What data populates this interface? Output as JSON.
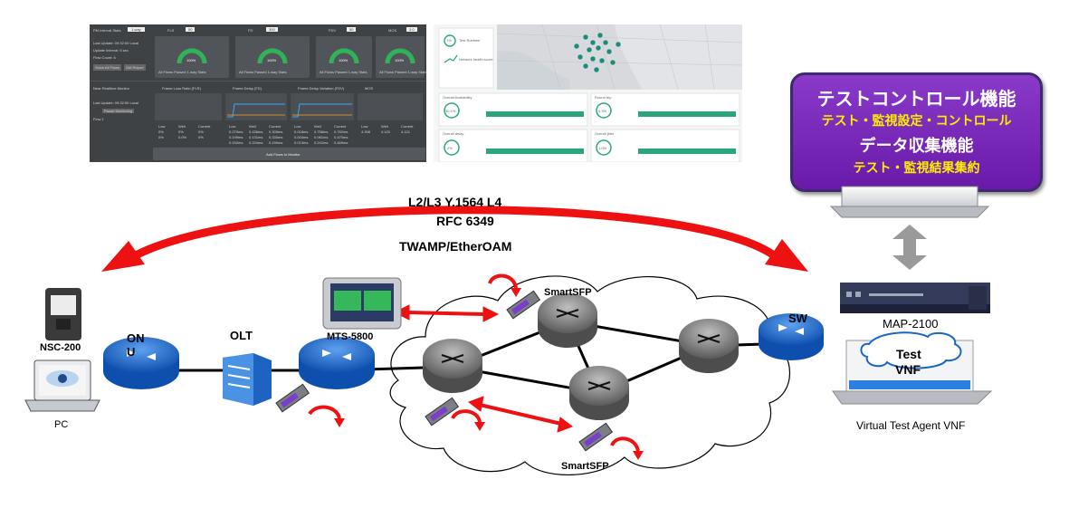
{
  "dashboard": {
    "top_left": {
      "title": "PM Interval Stats",
      "select": "1-way",
      "last_update": "Last Update: 09:32:00 Local",
      "update_interval": "Update Interval: 5 sec",
      "flow_count": "Flow Count: 6",
      "btn_show": "Show All Flows",
      "btn_report": "Get Report"
    },
    "gauges": [
      {
        "header": "FLS",
        "header_value": "50",
        "value": "100%",
        "caption": "All Flows Passed 1-way Stats",
        "fill": 1.0
      },
      {
        "header": "FD",
        "header_value": "300",
        "value": "100%",
        "caption": "All Flows Passed 1-way Stats",
        "fill": 1.0
      },
      {
        "header": "FDV",
        "header_value": "50",
        "value": "100%",
        "caption": "All Flows Passed 1-way Stats",
        "fill": 1.0
      },
      {
        "header": "MOS",
        "header_value": "3.0",
        "value": "100%",
        "caption": "All Flows Passed 1-way Stats",
        "fill": 1.0
      }
    ],
    "bottom_left": {
      "title": "Near Realtime Monitor",
      "last_update": "Last Update: 09:32:50 Local",
      "btn": "Pause Monitoring",
      "flow": "Flow 1"
    },
    "panels": [
      {
        "title": "Frame Loss Ratio (FLR)",
        "cols": [
          "Low",
          "Well",
          "Current"
        ],
        "rows": [
          [
            "0%",
            "0%",
            "0%"
          ],
          [
            "0%",
            "0.0%",
            "0%"
          ]
        ]
      },
      {
        "title": "Frame Delay (FD)",
        "cols": [
          "Low",
          "Well",
          "Current"
        ],
        "rows": [
          [
            "0.279ms",
            "0.438ms",
            "0.305ms"
          ],
          [
            "0.199ms",
            "0.131ms",
            "0.335ms"
          ],
          [
            "0.152ms",
            "0.224ms",
            "0.190ms"
          ]
        ]
      },
      {
        "title": "Frame Delay Variation (FDV)",
        "cols": [
          "Low",
          "Well",
          "Current"
        ],
        "rows": [
          [
            "0.018ms",
            "0.758ms",
            "0.752ms"
          ],
          [
            "0.004ms",
            "0.061ms",
            "0.470ms"
          ],
          [
            "0.013ms",
            "0.242ms",
            "0.469ms"
          ]
        ]
      },
      {
        "title": "MOS",
        "cols": [
          "Low",
          "Well",
          "Current"
        ],
        "rows": [
          [
            "4.398",
            "4.120",
            "4.121"
          ]
        ]
      }
    ],
    "add_flows": "Add Flows to Monitor"
  },
  "mapview": {
    "stat_cards": [
      {
        "label": "Test Runtime",
        "value": "1%"
      },
      {
        "label": "Network health score",
        "value": ""
      }
    ],
    "panels": [
      {
        "title": "Overall Availability",
        "value": "30.1%"
      },
      {
        "title": "Round trip",
        "value": "5.3%"
      },
      {
        "title": "Overall delay",
        "value": "2%"
      },
      {
        "title": "Overall jitter",
        "value": "1.0%"
      }
    ]
  },
  "control_box": {
    "line1": "テストコントロール機能",
    "line2": "テスト・監視設定・コントロール",
    "line3": "データ収集機能",
    "line4": "テスト・監視結果集約",
    "bg_color": "#7a2bbd",
    "sub_color": "#ffee00"
  },
  "protocols": {
    "line1": "L2/L3 Y.1564 L4",
    "line2": "RFC 6349",
    "line3": "TWAMP/EtherOAM"
  },
  "labels": {
    "nsc": "NSC-200",
    "pc": "PC",
    "onu": "ONU",
    "olt": "OLT",
    "mts": "MTS-5800",
    "smartsfp_top": "SmartSFP",
    "smartsfp_bottom": "SmartSFP",
    "sw": "SW",
    "map": "MAP-2100",
    "vnf_line1": "Test",
    "vnf_line2": "VNF",
    "vta": "Virtual Test Agent VNF"
  },
  "colors": {
    "arrow_red": "#ee1111",
    "router_blue": "#1a63c7",
    "router_gray": "#6f6f6f",
    "double_arrow_gray": "#9a9a9a"
  }
}
